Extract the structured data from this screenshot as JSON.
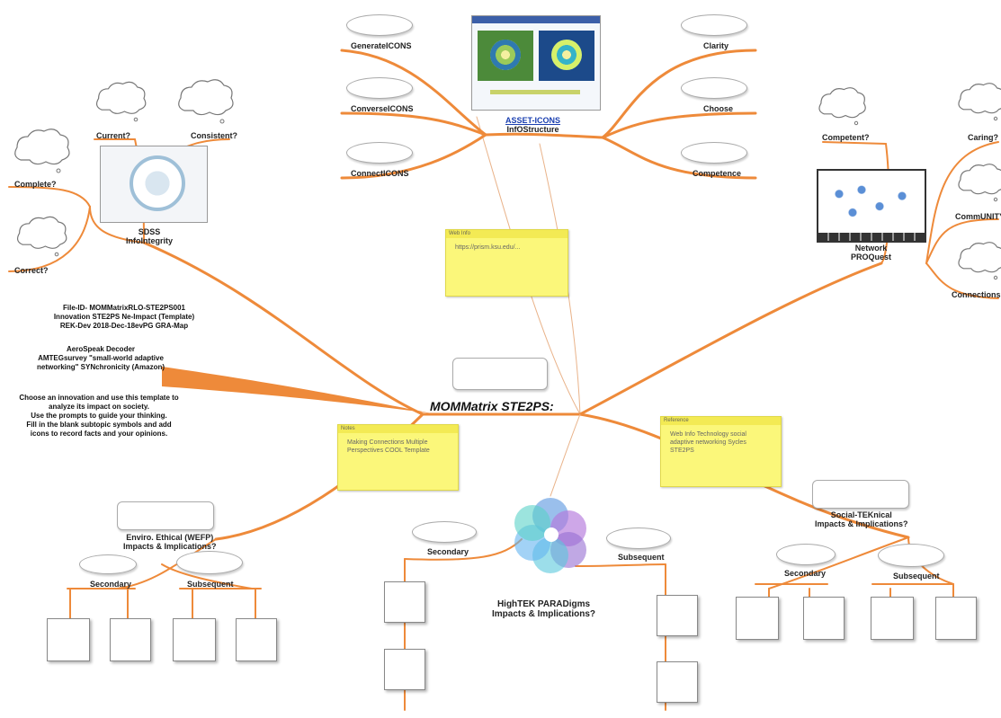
{
  "hub": {
    "title": "MOMMatrix STE2PS:"
  },
  "intro": {
    "lines": [
      "File-ID-   MOMMatrixRLO-STE2PS001",
      "Innovation  STE2PS Ne-Impact (Template)",
      "REK-Dev   2018-Dec-18evPG GRA-Map"
    ],
    "credit": [
      "AeroSpeak Decoder",
      "AMTEGsurvey \"small-world adaptive",
      "networking\" SYNchronicity (Amazon)"
    ],
    "instructions": [
      "Choose an innovation and use this template to",
      "analyze its impact on society.",
      "Use the prompts to guide your thinking.",
      "Fill in the blank subtopic symbols and add",
      "icons to record facts and your opinions."
    ]
  },
  "top_branch": {
    "link_lines": [
      "ASSET-ICONS",
      "InfOStructure"
    ],
    "left": [
      "GenerateICONS",
      "ConverseICONS",
      "ConnectICONS"
    ],
    "right": [
      "Clarity",
      "Choose",
      "Competence"
    ]
  },
  "left_branch": {
    "title_lines": [
      "SDSS",
      "InfoIntegrity"
    ],
    "items": [
      "Current?",
      "Consistent?",
      "Complete?",
      "Correct?"
    ]
  },
  "right_branch": {
    "title_lines": [
      "Network",
      "PROQuest"
    ],
    "items": [
      "Competent?",
      "Caring?",
      "CommUNITY?",
      "Connections?"
    ]
  },
  "bottom_left": {
    "title_lines": [
      "Enviro. Ethical (WEFP)",
      "Impacts & Implications?"
    ],
    "items": [
      "Secondary",
      "Subsequent"
    ]
  },
  "bottom_center": {
    "title_lines": [
      "HighTEK PARADigms",
      "Impacts & Implications?"
    ],
    "items": [
      "Secondary",
      "Subsequent"
    ]
  },
  "bottom_right": {
    "title_lines": [
      "Social-TEKnical",
      "Impacts & Implications?"
    ],
    "items": [
      "Secondary",
      "Subsequent"
    ]
  },
  "notes": {
    "top": {
      "header": "Web Info",
      "body": "https://prism.ksu.edu/..."
    },
    "left": {
      "header": "Notes",
      "body": "Making Connections Multiple Perspectives COOL Template"
    },
    "right": {
      "header": "Reference",
      "body": "Web Info Technology social adaptive networking Sycles STE2PS"
    }
  },
  "colors": {
    "branch": "#ee8a3a",
    "note": "#fbf77a",
    "thin": "#e9b38a"
  }
}
